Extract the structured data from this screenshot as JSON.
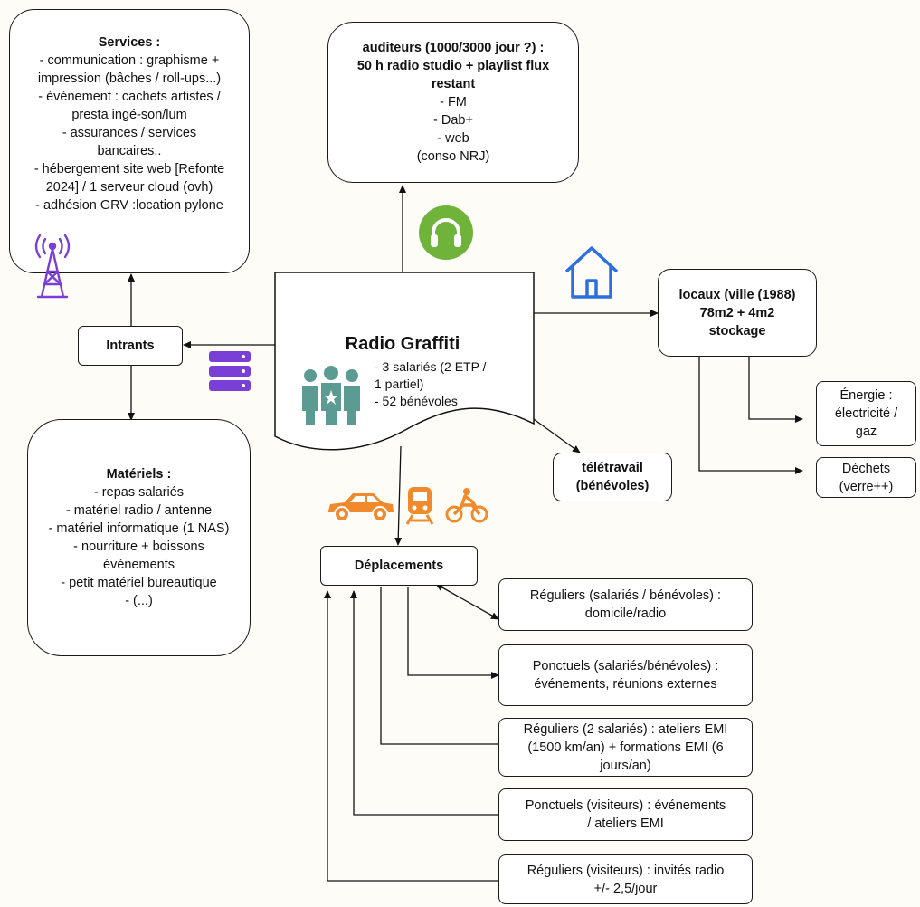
{
  "services": {
    "title": "Services :",
    "lines": [
      "- communication : graphisme +",
      "impression (bâches / roll-ups...)",
      "- événement : cachets artistes /",
      "presta ingé-son/lum",
      "- assurances / services",
      "bancaires..",
      "- hébergement site web [Refonte",
      "2024] / 1 serveur cloud (ovh)",
      "- adhésion GRV :location  pylone"
    ]
  },
  "auditeurs": {
    "title_lines": [
      "auditeurs (1000/3000 jour ?) :",
      "50 h radio studio + playlist flux",
      "restant"
    ],
    "lines": [
      "- FM",
      "- Dab+",
      "- web",
      "(conso NRJ)"
    ]
  },
  "radio": {
    "title": "Radio Graffiti",
    "lines": [
      "- 3 salariés (2 ETP /",
      "1 partiel)",
      "- 52 bénévoles"
    ]
  },
  "intrants": {
    "label": "Intrants"
  },
  "materiels": {
    "title": "Matériels :",
    "lines": [
      "- repas salariés",
      "- matériel radio / antenne",
      "- matériel informatique (1 NAS)",
      "- nourriture + boissons",
      "événements",
      "- petit matériel bureautique",
      "- (...)"
    ]
  },
  "locaux": {
    "lines": [
      "locaux (ville (1988)",
      "78m2 + 4m2",
      "stockage"
    ]
  },
  "energie": {
    "lines": [
      "Énergie :",
      "électricité /",
      "gaz"
    ]
  },
  "dechets": {
    "lines": [
      "Déchets",
      "(verre++)"
    ]
  },
  "teletravail": {
    "lines": [
      "télétravail",
      "(bénévoles)"
    ]
  },
  "deplacements": {
    "label": "Déplacements"
  },
  "trips": [
    {
      "lines": [
        "Réguliers (salariés / bénévoles) :",
        "domicile/radio"
      ]
    },
    {
      "lines": [
        "Ponctuels (salariés/bénévoles) :",
        "événements, réunions externes"
      ]
    },
    {
      "lines": [
        "Réguliers (2 salariés) : ateliers EMI",
        "(1500 km/an) + formations EMI (6",
        "jours/an)"
      ]
    },
    {
      "lines": [
        "Ponctuels (visiteurs) : événements",
        "/ ateliers EMI"
      ]
    },
    {
      "lines": [
        "Réguliers (visiteurs) : invités radio",
        "+/- 2,5/jour"
      ]
    }
  ],
  "icons": {
    "antenna": "antenna-icon",
    "headphones": "headphones-icon",
    "house": "house-icon",
    "server": "server-icon",
    "people": "people-icon",
    "car": "car-icon",
    "train": "train-icon",
    "moto": "motorcycle-icon"
  },
  "colors": {
    "purple": "#7a3fd6",
    "green": "#6fb33a",
    "blue": "#2d6ee0",
    "orange": "#f08a2c",
    "teal": "#5b9b93"
  }
}
